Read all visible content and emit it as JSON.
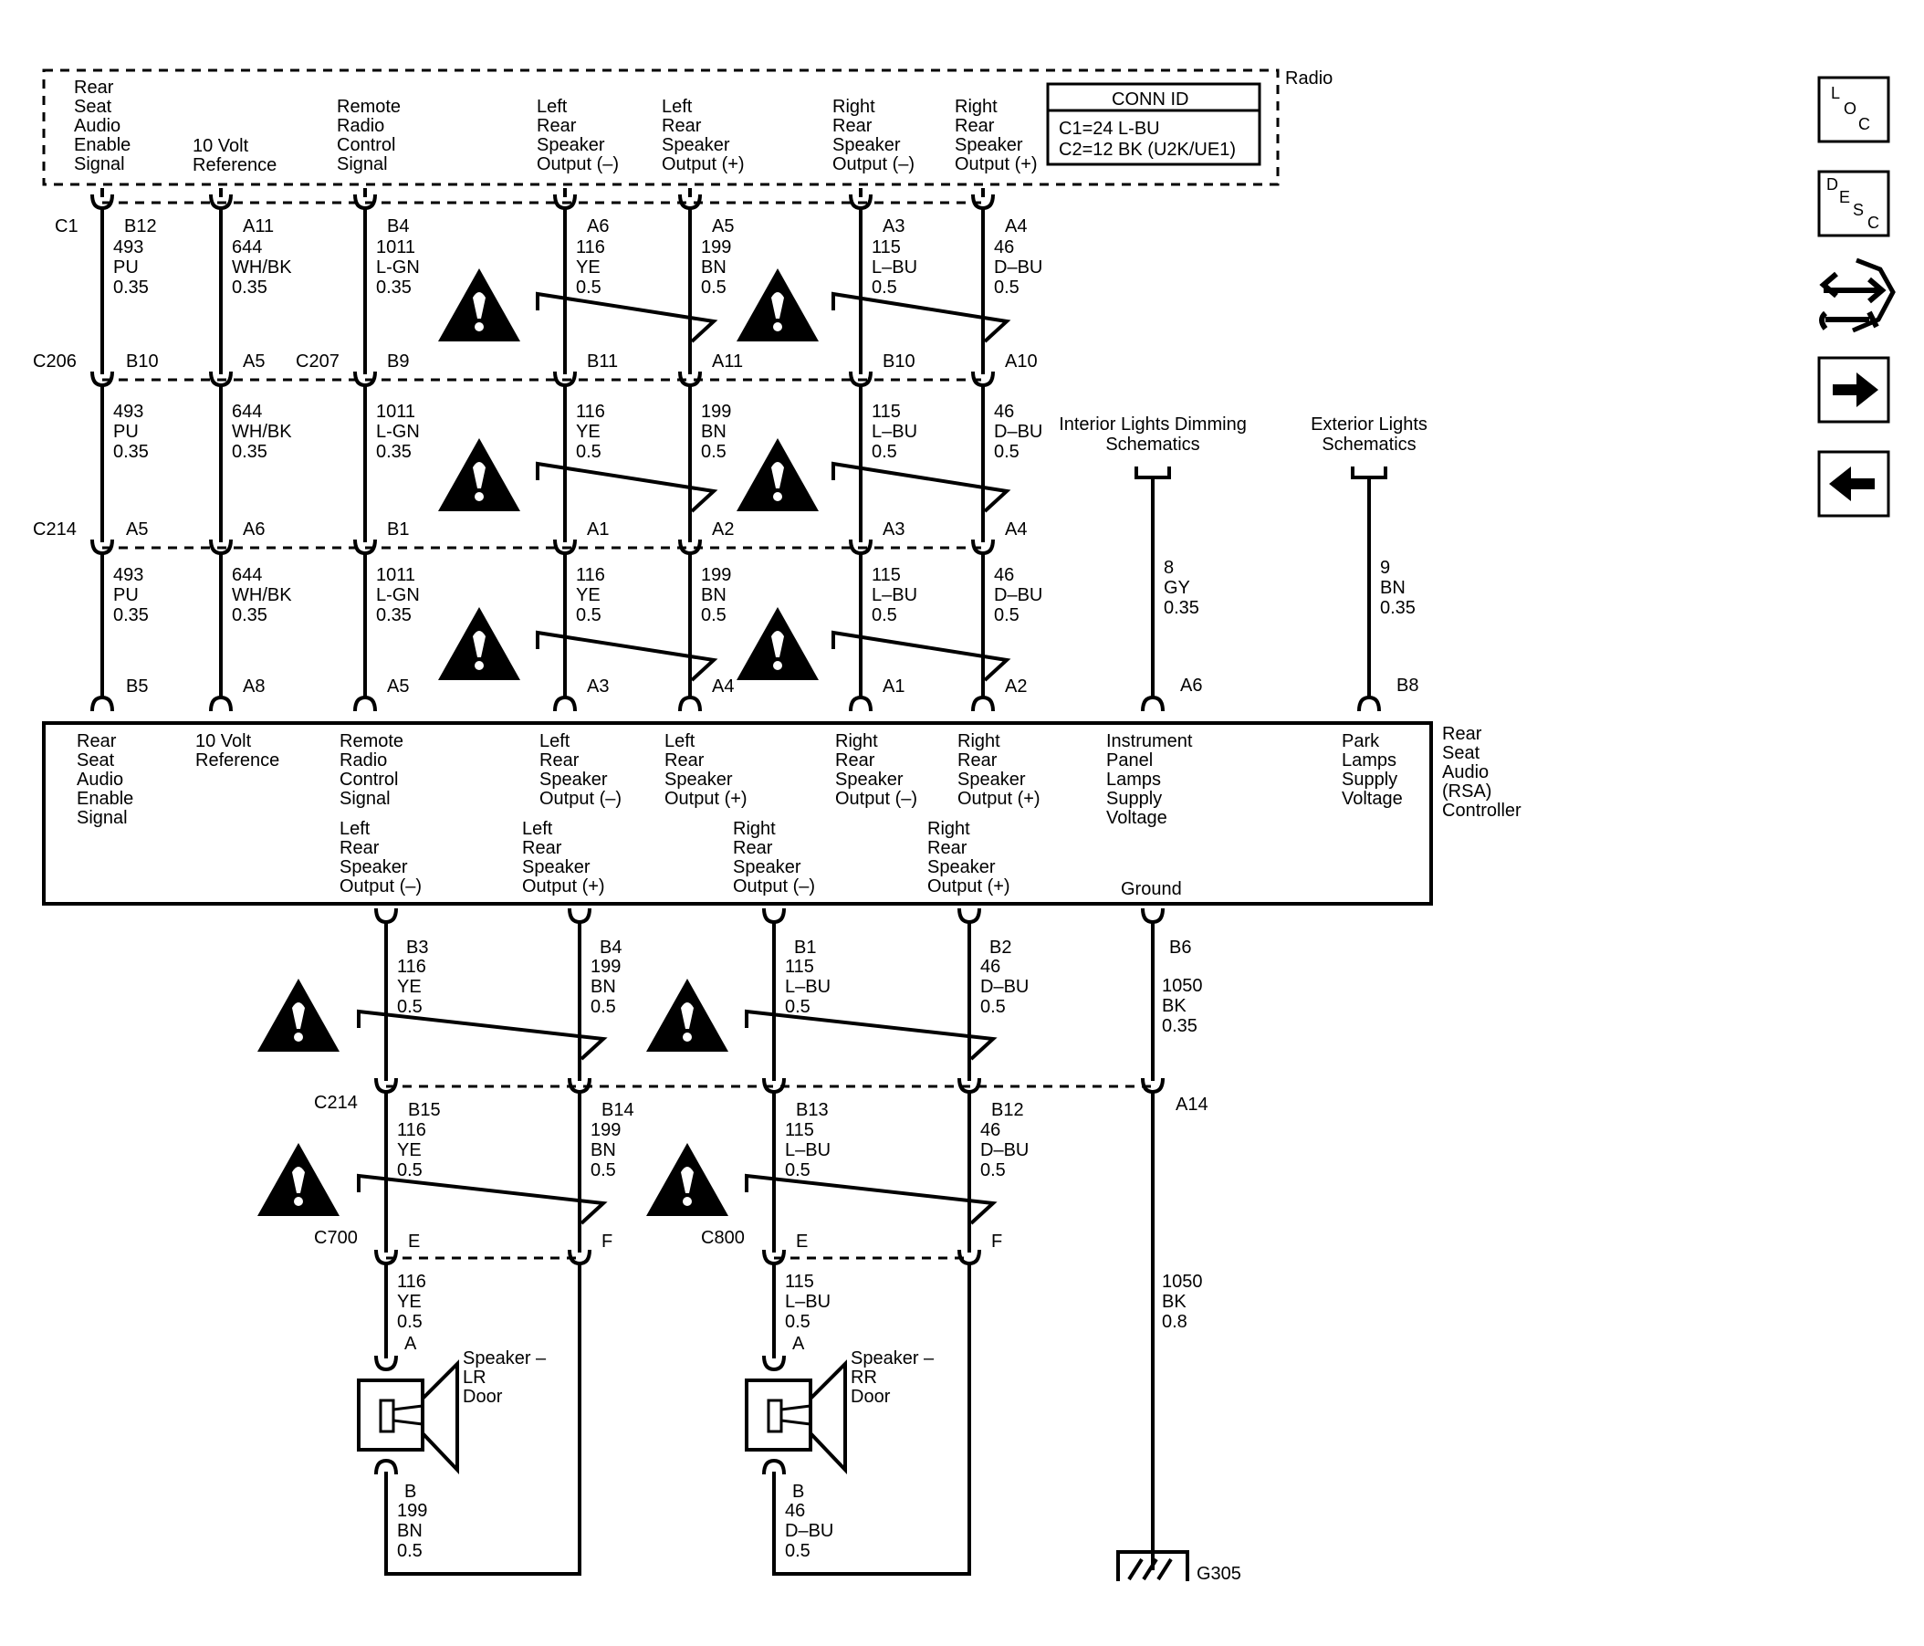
{
  "radio_label": "Radio",
  "conn_id": {
    "title": "CONN ID",
    "line1": "C1=24 L-BU",
    "line2": "C2=12 BK (U2K/UE1)"
  },
  "rsa_label": [
    "Rear",
    "Seat",
    "Audio",
    "(RSA)",
    "Controller"
  ],
  "connectors_left": {
    "c1": "C1",
    "c206": "C206",
    "c207": "C207",
    "c214": "C214"
  },
  "columns": [
    {
      "top_label": [
        "Rear",
        "Seat",
        "Audio",
        "Enable",
        "Signal"
      ],
      "bottom_label": [
        "Rear",
        "Seat",
        "Audio",
        "Enable",
        "Signal"
      ],
      "pins": [
        "B12",
        "B10",
        "A5",
        "B5"
      ],
      "circuit": "493",
      "color": "PU",
      "size": "0.35"
    },
    {
      "top_label": [
        "10 Volt",
        "Reference"
      ],
      "bottom_label": [
        "10 Volt",
        "Reference"
      ],
      "pins": [
        "A11",
        "A5",
        "A6",
        "A8"
      ],
      "circuit": "644",
      "color": "WH/BK",
      "size": "0.35"
    },
    {
      "top_label": [
        "Remote",
        "Radio",
        "Control",
        "Signal"
      ],
      "bottom_label": [
        "Remote",
        "Radio",
        "Control",
        "Signal"
      ],
      "pins": [
        "B4",
        "B9",
        "B1",
        "A5"
      ],
      "circuit": "1011",
      "color": "L-GN",
      "size": "0.35"
    },
    {
      "top_label": [
        "Left",
        "Rear",
        "Speaker",
        "Output (–)"
      ],
      "bottom_label": [
        "Left",
        "Rear",
        "Speaker",
        "Output (–)"
      ],
      "pins": [
        "A6",
        "B11",
        "A1",
        "A3"
      ],
      "circuit": "116",
      "color": "YE",
      "size": "0.5"
    },
    {
      "top_label": [
        "Left",
        "Rear",
        "Speaker",
        "Output (+)"
      ],
      "bottom_label": [
        "Left",
        "Rear",
        "Speaker",
        "Output (+)"
      ],
      "pins": [
        "A5",
        "A11",
        "A2",
        "A4"
      ],
      "circuit": "199",
      "color": "BN",
      "size": "0.5"
    },
    {
      "top_label": [
        "Right",
        "Rear",
        "Speaker",
        "Output (–)"
      ],
      "bottom_label": [
        "Right",
        "Rear",
        "Speaker",
        "Output (–)"
      ],
      "pins": [
        "A3",
        "B10",
        "A3",
        "A1"
      ],
      "circuit": "115",
      "color": "L–BU",
      "size": "0.5"
    },
    {
      "top_label": [
        "Right",
        "Rear",
        "Speaker",
        "Output (+)"
      ],
      "bottom_label": [
        "Right",
        "Rear",
        "Speaker",
        "Output (+)"
      ],
      "pins": [
        "A4",
        "A10",
        "A4",
        "A2"
      ],
      "circuit": "46",
      "color": "D–BU",
      "size": "0.5"
    }
  ],
  "dimming": {
    "label": [
      "Interior Lights Dimming",
      "Schematics"
    ],
    "circuit": "8",
    "color": "GY",
    "size": "0.35",
    "pin": "A6",
    "bottom_label": [
      "Instrument",
      "Panel",
      "Lamps",
      "Supply",
      "Voltage"
    ]
  },
  "exterior": {
    "label": [
      "Exterior Lights",
      "Schematics"
    ],
    "circuit": "9",
    "color": "BN",
    "size": "0.35",
    "pin": "B8",
    "bottom_label": [
      "Park",
      "Lamps",
      "Supply",
      "Voltage"
    ]
  },
  "outputs": [
    {
      "label": [
        "Left",
        "Rear",
        "Speaker",
        "Output (–)"
      ],
      "pin": "B3",
      "circuit": "116",
      "color": "YE",
      "size": "0.5",
      "c214_pin": "B15",
      "door_pin": "E"
    },
    {
      "label": [
        "Left",
        "Rear",
        "Speaker",
        "Output (+)"
      ],
      "pin": "B4",
      "circuit": "199",
      "color": "BN",
      "size": "0.5",
      "c214_pin": "B14",
      "door_pin": "F"
    },
    {
      "label": [
        "Right",
        "Rear",
        "Speaker",
        "Output (–)"
      ],
      "pin": "B1",
      "circuit": "115",
      "color": "L–BU",
      "size": "0.5",
      "c214_pin": "B13",
      "door_pin": "E"
    },
    {
      "label": [
        "Right",
        "Rear",
        "Speaker",
        "Output (+)"
      ],
      "pin": "B2",
      "circuit": "46",
      "color": "D–BU",
      "size": "0.5",
      "c214_pin": "B12",
      "door_pin": "F"
    }
  ],
  "ground": {
    "label": "Ground",
    "pin": "B6",
    "circuit": "1050",
    "color": "BK",
    "size_top": "0.35",
    "c214_pin": "A14",
    "size_bottom": "0.8",
    "ground_id": "G305"
  },
  "lower_connectors": {
    "c214": "C214",
    "c700": "C700",
    "c800": "C800"
  },
  "speakers": [
    {
      "name": [
        "Speaker –",
        "LR",
        "Door"
      ],
      "pin_a": "A",
      "pin_b": "B",
      "wire_a": {
        "circuit": "116",
        "color": "YE",
        "size": "0.5"
      },
      "wire_b": {
        "circuit": "199",
        "color": "BN",
        "size": "0.5"
      }
    },
    {
      "name": [
        "Speaker –",
        "RR",
        "Door"
      ],
      "pin_a": "A",
      "pin_b": "B",
      "wire_a": {
        "circuit": "115",
        "color": "L–BU",
        "size": "0.5"
      },
      "wire_b": {
        "circuit": "46",
        "color": "D–BU",
        "size": "0.5"
      }
    }
  ],
  "nav": {
    "loc_letters": [
      "L",
      "O",
      "C"
    ],
    "desc_letters": [
      "D",
      "E",
      "S",
      "C"
    ],
    "icons": [
      "loc-icon",
      "desc-icon",
      "connector-wrench-icon",
      "arrow-right-icon",
      "arrow-left-icon"
    ]
  }
}
